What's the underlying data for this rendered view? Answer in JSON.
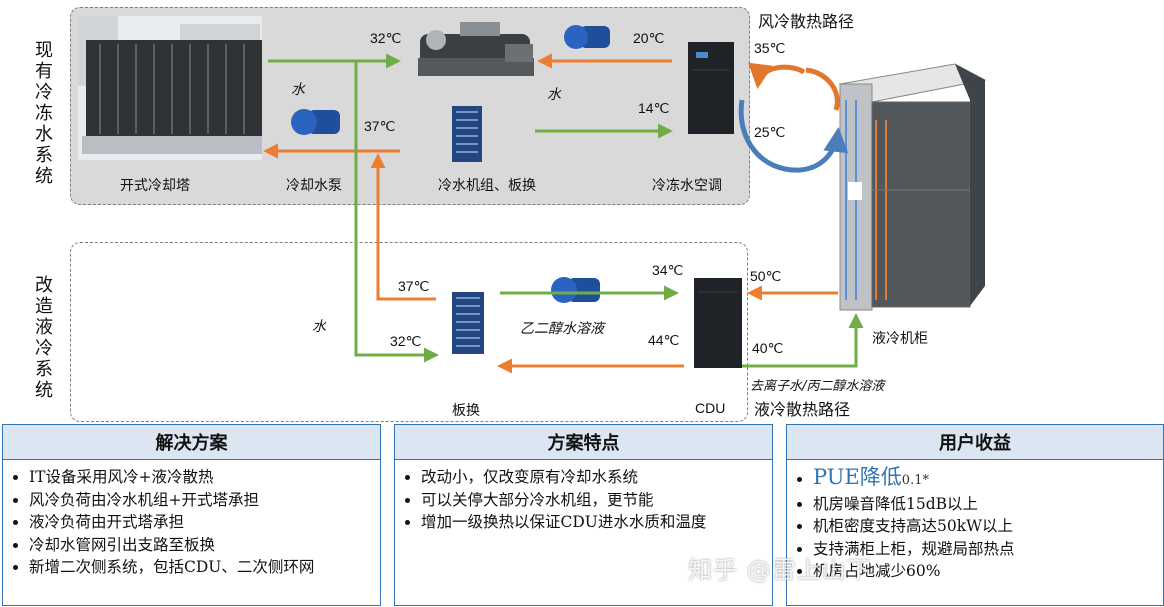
{
  "sections": {
    "existing": "现有冷冻水系统",
    "retrofit": "改造液冷系统"
  },
  "existing_system": {
    "cooling_tower": "开式冷却塔",
    "cooling_pump": "冷却水泵",
    "chiller_hx": "冷水机组、板换",
    "crac": "冷冻水空调",
    "water_left": "水",
    "water_mid": "水",
    "t_32_top": "32℃",
    "t_37_top": "37℃",
    "t_20": "20℃",
    "t_14": "14℃"
  },
  "air_path": {
    "title": "风冷散热路径",
    "t_35": "35℃",
    "t_25": "25℃"
  },
  "retrofit_system": {
    "water": "水",
    "t_37": "37℃",
    "t_32": "32℃",
    "glycol": "乙二醇水溶液",
    "t_34": "34℃",
    "t_44": "44℃",
    "hx": "板换",
    "cdu": "CDU"
  },
  "liquid_path": {
    "cabinet": "液冷机柜",
    "t_50": "50℃",
    "t_40": "40℃",
    "fluid": "去离子水/丙二醇水溶液",
    "title": "液冷散热路径"
  },
  "panels": [
    {
      "title": "解决方案",
      "items": [
        "IT设备采用风冷+液冷散热",
        "风冷负荷由冷水机组+开式塔承担",
        "液冷负荷由开式塔承担",
        "冷却水管网引出支路至板换",
        "新增二次侧系统，包括CDU、二次侧环网"
      ]
    },
    {
      "title": "方案特点",
      "items": [
        "改动小，仅改变原有冷却水系统",
        "可以关停大部分冷水机组，更节能",
        "增加一级换热以保证CDU进水水质和温度"
      ]
    },
    {
      "title": "用户收益",
      "pue_label": "PUE降低",
      "pue_value": "0.1*",
      "items": [
        "机房噪音降低15dB以上",
        "机柜密度支持高达50kW以上",
        "支持满柜上柜，规避局部热点",
        "机房占地减少60%"
      ]
    }
  ],
  "watermark": "知乎 @雷上山下",
  "colors": {
    "cold_flow": "#70ad47",
    "hot_flow": "#ed7d31",
    "panel_border": "#2e75b6",
    "panel_header": "#dce6f2"
  }
}
